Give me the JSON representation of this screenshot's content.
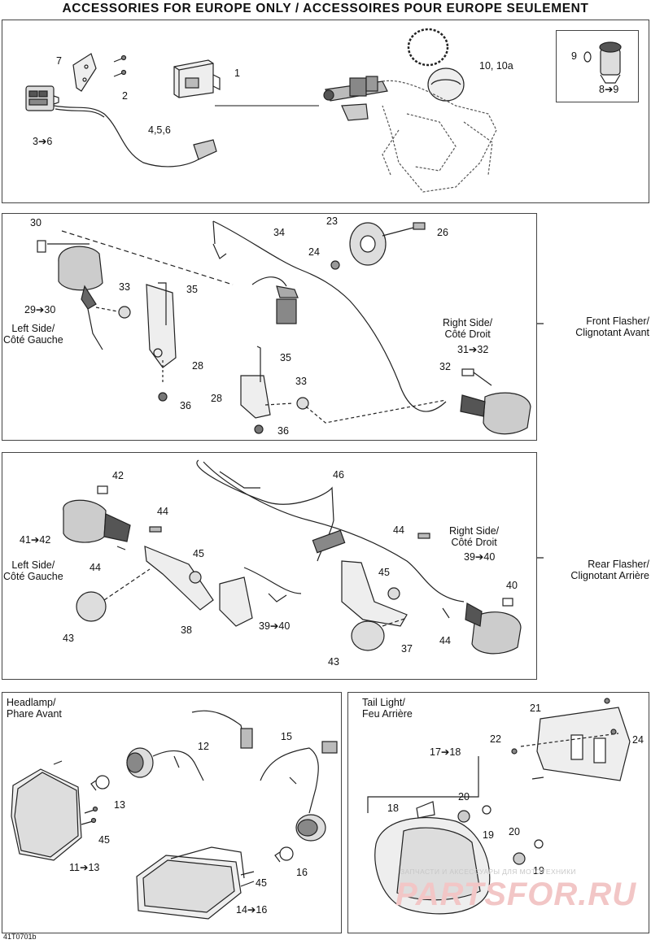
{
  "header": "ACCESSORIES FOR EUROPE ONLY / ACCESSOIRES POUR EUROPE SEULEMENT",
  "footer_code": "41T0701b",
  "watermark": {
    "line1": "ЗАПЧАСТИ И АКСЕССУАРЫ ДЛЯ МОТОТЕХНИКИ",
    "line2": "PARTSFOR.RU"
  },
  "sections": {
    "front_flasher": {
      "en": "Front Flasher/",
      "fr": "Clignotant Avant"
    },
    "rear_flasher": {
      "en": "Rear Flasher/",
      "fr": "Clignotant Arrière"
    },
    "headlamp": {
      "en": "Headlamp/",
      "fr": "Phare Avant"
    },
    "tail_light": {
      "en": "Tail Light/",
      "fr": "Feu Arrière"
    }
  },
  "sides": {
    "left1": {
      "en": "Left Side/",
      "fr": "Côté Gauche"
    },
    "right1": {
      "en": "Right Side/",
      "fr": "Côté Droit"
    },
    "left2": {
      "en": "Left Side/",
      "fr": "Côté Gauche"
    },
    "right2": {
      "en": "Right Side/",
      "fr": "Côté Droit"
    }
  },
  "callouts": {
    "c1": "1",
    "c2": "2",
    "c3_6": "3➔6",
    "c456": "4,5,6",
    "c7": "7",
    "c8_9": "8➔9",
    "c9": "9",
    "c10": "10, 10a",
    "c30": "30",
    "c29_30": "29➔30",
    "c33a": "33",
    "c35a": "35",
    "c34": "34",
    "c23": "23",
    "c24": "24",
    "c26": "26",
    "c28a": "28",
    "c36a": "36",
    "c35b": "35",
    "c28b": "28",
    "c33b": "33",
    "c36b": "36",
    "c31_32": "31➔32",
    "c32": "32",
    "c42": "42",
    "c44a": "44",
    "c41_42": "41➔42",
    "c44b": "44",
    "c45a": "45",
    "c46": "46",
    "c44c": "44",
    "c45b": "45",
    "c39_40a": "39➔40",
    "c40": "40",
    "c43a": "43",
    "c38": "38",
    "c39_40b": "39➔40",
    "c37": "37",
    "c44d": "44",
    "c43b": "43",
    "c12": "12",
    "c15": "15",
    "c13": "13",
    "c45c": "45",
    "c11_13": "11➔13",
    "c16": "16",
    "c45d": "45",
    "c14_16": "14➔16",
    "c21": "21",
    "c22": "22",
    "c24b": "24",
    "c17_18": "17➔18",
    "c20a": "20",
    "c18": "18",
    "c19a": "19",
    "c20b": "20",
    "c19b": "19"
  }
}
